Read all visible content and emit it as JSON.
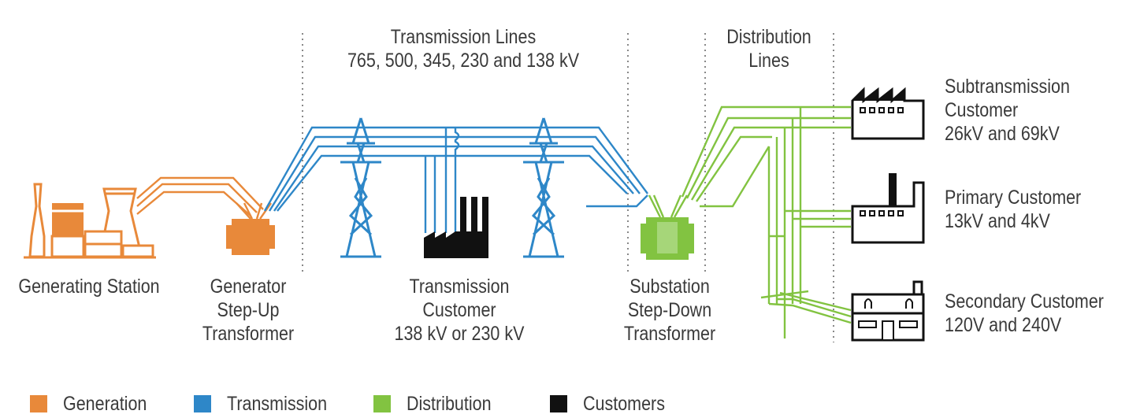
{
  "colors": {
    "generation": "#e8893a",
    "transmission": "#2e87c8",
    "distribution": "#82c341",
    "customers": "#111111"
  },
  "sections": {
    "transmission_lines": [
      "Transmission Lines",
      "765, 500, 345, 230 and 138 kV"
    ],
    "distribution_lines": [
      "Distribution",
      "Lines"
    ]
  },
  "nodes": {
    "generating_station": [
      "Generating Station"
    ],
    "step_up_transformer": [
      "Generator",
      "Step-Up",
      "Transformer"
    ],
    "transmission_customer": [
      "Transmission",
      "Customer",
      "138 kV or 230 kV"
    ],
    "step_down_transformer": [
      "Substation",
      "Step-Down",
      "Transformer"
    ],
    "subtransmission_customer": [
      "Subtransmission",
      "Customer",
      "26kV and 69kV"
    ],
    "primary_customer": [
      "Primary Customer",
      "13kV and 4kV"
    ],
    "secondary_customer": [
      "Secondary Customer",
      "120V and 240V"
    ]
  },
  "legend": [
    {
      "label": "Generation",
      "color": "#e8893a"
    },
    {
      "label": "Transmission",
      "color": "#2e87c8"
    },
    {
      "label": "Distribution",
      "color": "#82c341"
    },
    {
      "label": "Customers",
      "color": "#111111"
    }
  ]
}
